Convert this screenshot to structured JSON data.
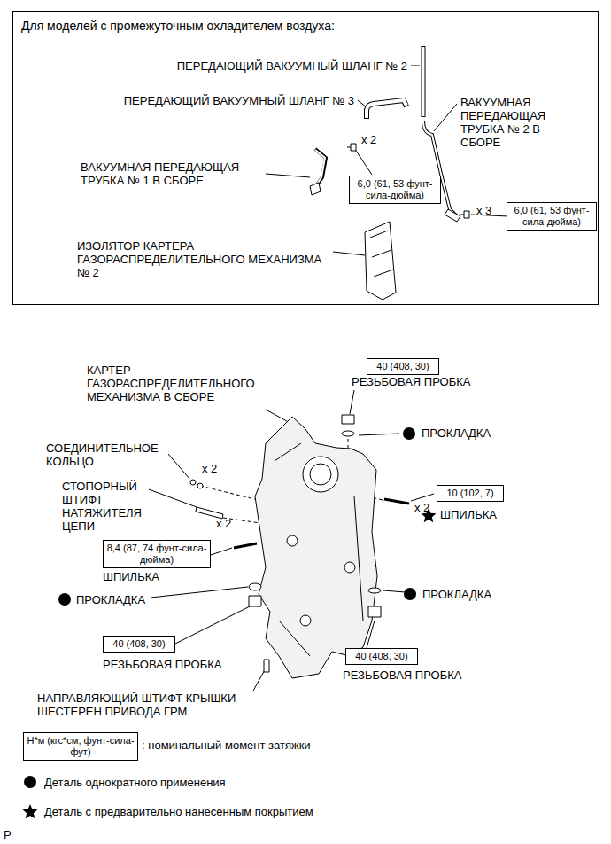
{
  "diagram": {
    "nodes": [
      {
        "text": [
          "Для моделей с промежуточным охладителем воздуха:"
        ]
      },
      {
        "text": [
          "6,0 (61, 53 фунт-сила-дюйма)"
        ],
        "in": 0
      },
      {
        "text": [
          "6,0 (61, 53 фунт-сила-дюйма)"
        ],
        "in": 0
      },
      {
        "text": [
          "40 (408, 30)"
        ]
      },
      {
        "text": [
          "10 (102, 7)"
        ]
      },
      {
        "text": [
          "8,4 (87, 74 фунт-сила-дюйма)"
        ]
      },
      {
        "text": [
          "40 (408, 30)"
        ]
      },
      {
        "text": [
          "40 (408, 30)"
        ]
      },
      {
        "text": [
          "Н*м (кгс*см, фунт-сила-фут)"
        ]
      }
    ],
    "labels": [
      "ПЕРЕДАЮЩИЙ ВАКУУМНЫЙ ШЛАНГ № 2",
      "ПЕРЕДАЮЩИЙ ВАКУУМНЫЙ ШЛАНГ № 3",
      "ВАКУУМНАЯ ПЕРЕДАЮЩАЯ ТРУБКА № 2 В СБОРЕ",
      "x 2",
      "ВАКУУМНАЯ ПЕРЕДАЮЩАЯ ТРУБКА № 1 В СБОРЕ",
      "x 3",
      "ИЗОЛЯТОР КАРТЕРА ГАЗОРАСПРЕДЕЛИТЕЛЬНОГО МЕХАНИЗМА № 2",
      "РЕЗЬБОВАЯ ПРОБКА",
      "КАРТЕР ГАЗОРАСПРЕДЕЛИТЕЛЬНОГО МЕХАНИЗМА В СБОРЕ",
      "ПРОКЛАДКА",
      "СОЕДИНИТЕЛЬНОЕ КОЛЬЦО",
      "x 2",
      "СТОПОРНЫЙ ШТИФТ НАТЯЖИТЕЛЯ ЦЕПИ",
      "x 2",
      "x 2",
      "ШПИЛЬКА",
      "ШПИЛЬКА",
      "ПРОКЛАДКА",
      "ПРОКЛАДКА",
      "РЕЗЬБОВАЯ ПРОБКА",
      "РЕЗЬБОВАЯ ПРОБКА",
      "НАПРАВЛЯЮЩИЙ ШТИФТ КРЫШКИ ШЕСТЕРЕН ПРИВОДА ГРМ",
      "P"
    ],
    "legend": [
      {
        "text": ": номинальный момент затяжки"
      },
      {
        "text": "Деталь однократного применения"
      },
      {
        "text": "Деталь с предварительно нанесенным покрытием"
      }
    ]
  }
}
